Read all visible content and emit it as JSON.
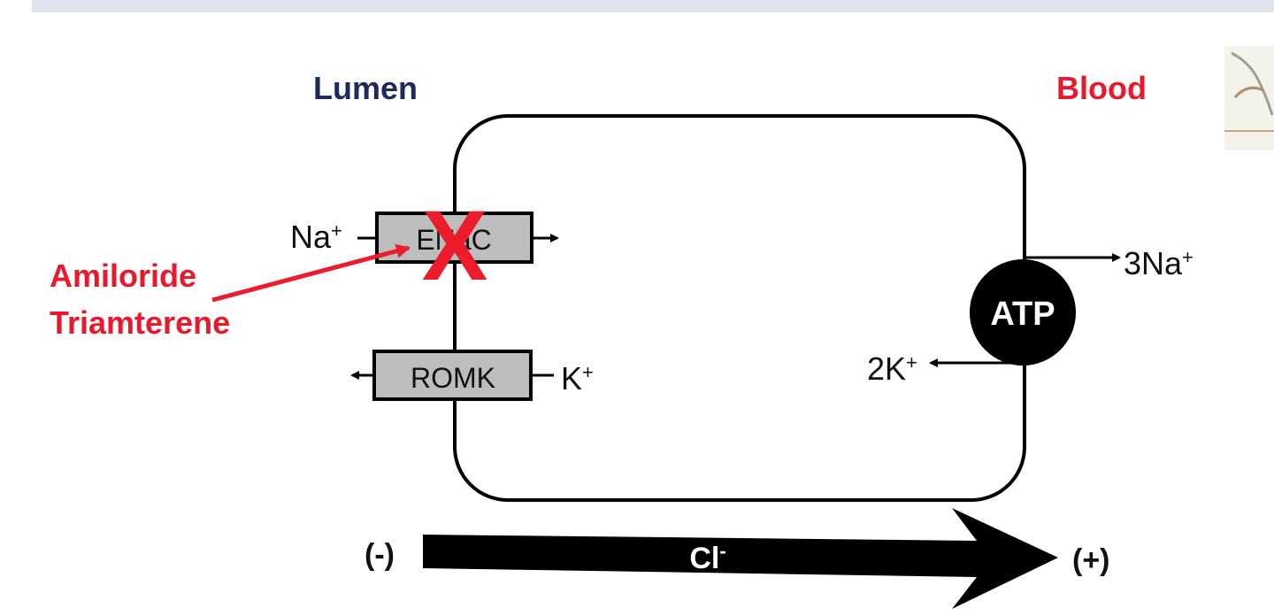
{
  "sides": {
    "lumen": "Lumen",
    "blood": "Blood"
  },
  "channels": {
    "enac": "ENaC",
    "romk": "ROMK"
  },
  "ions": {
    "na": "Na",
    "na_charge": "+",
    "k": "K",
    "k_charge": "+",
    "three_na": "3Na",
    "three_na_charge": "+",
    "two_k": "2K",
    "two_k_charge": "+",
    "cl": "Cl",
    "cl_charge": "-"
  },
  "pump": {
    "label": "ATP"
  },
  "drugs": {
    "line1": "Amiloride",
    "line2": "Triamterene"
  },
  "blocked_mark": "X",
  "gradient": {
    "negative": "(-)",
    "positive": "(+)"
  },
  "colors": {
    "lumen_text": "#1f2a5c",
    "blood_text": "#e8192c",
    "drug_text": "#e8192c",
    "block_mark": "#ec1c2c",
    "channel_fill": "#bdbdbd",
    "top_band": "#dde3ef"
  }
}
